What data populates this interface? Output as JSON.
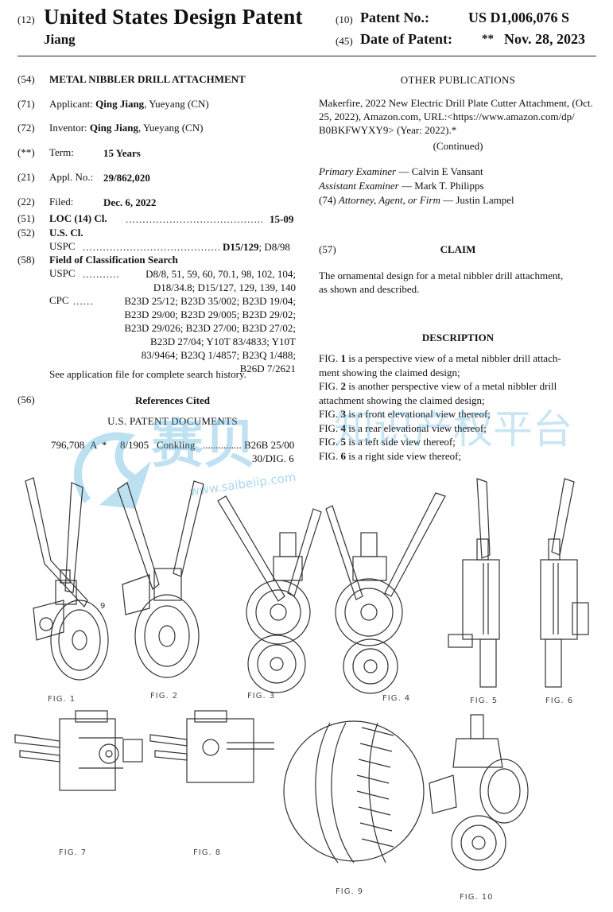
{
  "header": {
    "code_12": "(12)",
    "doc_type": "United States Design Patent",
    "code_10": "(10)",
    "patent_no_label": "Patent No.:",
    "patent_no": "US D1,006,076 S",
    "inventor_short": "Jiang",
    "code_45": "(45)",
    "date_label": "Date of Patent:",
    "date_stars": "**",
    "date": "Nov. 28, 2023"
  },
  "left": {
    "title_code": "(54)",
    "title": "METAL NIBBLER DRILL ATTACHMENT",
    "applicant_code": "(71)",
    "applicant_label": "Applicant:",
    "applicant_name": "Qing Jiang",
    "applicant_loc": ", Yueyang (CN)",
    "inventor_code": "(72)",
    "inventor_label": "Inventor:",
    "inventor_name": "Qing Jiang",
    "inventor_loc": ", Yueyang (CN)",
    "term_code": "(**)",
    "term_label": "Term:",
    "term_value": "15 Years",
    "appl_code": "(21)",
    "appl_label": "Appl. No.:",
    "appl_value": "29/862,020",
    "filed_code": "(22)",
    "filed_label": "Filed:",
    "filed_value": "Dec. 6, 2022",
    "loc_code": "(51)",
    "loc_label": "LOC (14) Cl.",
    "loc_dots": "................................................",
    "loc_value": "15-09",
    "uscl_code": "(52)",
    "uscl_label": "U.S. Cl.",
    "uspc_label": "USPC",
    "uspc_dots": "............................................",
    "uspc_value_bold": "D15/129",
    "uspc_value_rest": "; D8/98",
    "field_code": "(58)",
    "field_label": "Field of Classification Search",
    "field_uspc_label": "USPC",
    "field_uspc_dots": "...........",
    "field_uspc_lines": [
      "D8/8, 51, 59, 60, 70.1, 98, 102, 104;",
      "D18/34.8; D15/127, 129, 139, 140"
    ],
    "field_cpc_label": "CPC",
    "field_cpc_dots": "......",
    "field_cpc_lines": [
      "B23D 25/12; B23D 35/002; B23D 19/04;",
      "B23D 29/00; B23D 29/005; B23D 29/02;",
      "B23D 29/026; B23D 27/00; B23D 27/02;",
      "B23D 27/04; Y10T 83/4833; Y10T",
      "83/9464; B23Q 1/4857; B23Q 1/488;",
      "B26D 7/2621"
    ],
    "see_file": "See application file for complete search history.",
    "refs_code": "(56)",
    "refs_title": "References Cited",
    "us_docs_title": "U.S. PATENT DOCUMENTS",
    "ref_row": {
      "number": "796,708",
      "kind": "A",
      "star": "*",
      "date": "8/1905",
      "name": "Conkling",
      "dots": "...............",
      "class1": "B26B 25/00",
      "class2": "30/DIG. 6"
    }
  },
  "right": {
    "other_pubs_title": "OTHER PUBLICATIONS",
    "other_pubs_lines": [
      "Makerfire, 2022 New Electric Drill Plate Cutter Attachment, (Oct.",
      "25, 2022), Amazon.com, URL:<https://www.amazon.com/dp/",
      "B0BKFWYXY9> (Year: 2022).*"
    ],
    "continued": "(Continued)",
    "primary_label": "Primary Examiner",
    "primary_name": " — Calvin E Vansant",
    "assistant_label": "Assistant Examiner",
    "assistant_name": " — Mark T. Philipps",
    "attorney_code": "(74)",
    "attorney_label": "Attorney, Agent, or Firm",
    "attorney_name": " — Justin Lampel",
    "claim_code": "(57)",
    "claim_title": "CLAIM",
    "claim_lines": [
      "The ornamental design for a metal nibbler drill attachment,",
      "as shown and described."
    ],
    "desc_title": "DESCRIPTION",
    "desc_lines": [
      {
        "pre": "FIG. ",
        "num": "1",
        "post": " is a perspective view of a metal nibbler drill attach-"
      },
      {
        "pre": "",
        "num": "",
        "post": "ment showing the claimed design;"
      },
      {
        "pre": "FIG. ",
        "num": "2",
        "post": " is another perspective view of a metal nibbler drill"
      },
      {
        "pre": "",
        "num": "",
        "post": "attachment showing the claimed design;"
      },
      {
        "pre": "FIG. ",
        "num": "3",
        "post": " is a front elevational view thereof;"
      },
      {
        "pre": "FIG. ",
        "num": "4",
        "post": " is a rear elevational view thereof;"
      },
      {
        "pre": "FIG. ",
        "num": "5",
        "post": " is a left side view thereof;"
      },
      {
        "pre": "FIG. ",
        "num": "6",
        "post": " is a right side view thereof;"
      }
    ]
  },
  "figures": {
    "fig1": "FIG. 1",
    "fig2": "FIG. 2",
    "fig3": "FIG. 3",
    "fig4": "FIG. 4",
    "fig5": "FIG. 5",
    "fig6": "FIG. 6",
    "fig7": "FIG. 7",
    "fig8": "FIG. 8",
    "fig9": "FIG. 9",
    "fig10": "FIG. 10",
    "callout_9": "9"
  },
  "watermark": {
    "text_latin": "www.saibeiip.com",
    "text_cn_1": "赛贝",
    "text_cn_2": "知识产权平台"
  },
  "colors": {
    "ink": "#111111",
    "watermark": "#3fa7d6"
  }
}
